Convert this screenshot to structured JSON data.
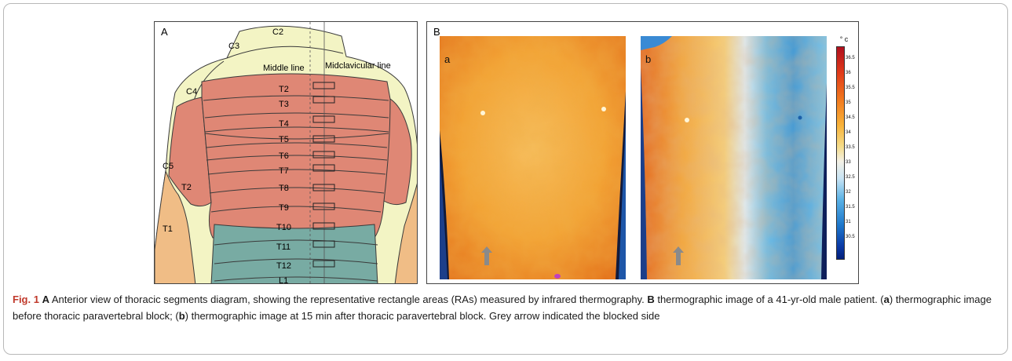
{
  "figure": {
    "panel_a": {
      "letter": "A",
      "headers": {
        "middle_line": "Middle line",
        "midclavicular_line": "Midclavicular line"
      },
      "cervical_labels": [
        "C2",
        "C3",
        "C4",
        "C5"
      ],
      "arm_labels": [
        "T2",
        "T1"
      ],
      "thoracic_labels": [
        "T2",
        "T3",
        "T4",
        "T5",
        "T6",
        "T7",
        "T8",
        "T9",
        "T10",
        "T11",
        "T12",
        "L1"
      ],
      "colors": {
        "cervical": "#f3f4c4",
        "thoracic": "#df8775",
        "lower": "#78aba3",
        "arm_t1": "#f0bd86",
        "outline": "#3a3a3a"
      }
    },
    "panel_b": {
      "letter": "B",
      "image_a_letter": "a",
      "image_b_letter": "b",
      "colorbar": {
        "unit": "° c",
        "ticks": [
          "36.5",
          "36",
          "35.5",
          "35",
          "34.5",
          "34",
          "33.5",
          "33",
          "32.5",
          "32",
          "31.5",
          "31",
          "30.5"
        ]
      }
    }
  },
  "caption": {
    "fig_label": "Fig. 1",
    "bold_A": "A",
    "part1": " Anterior view of thoracic segments diagram, showing the representative rectangle areas (RAs) measured by infrared thermography. ",
    "bold_B": "B",
    "part2": " thermographic image of a 41-yr-old male patient. (",
    "bold_a": "a",
    "part3": ") thermographic image before thoracic paravertebral block; (",
    "bold_b": "b",
    "part4": ") thermographic image at 15 min after thoracic paravertebral block. Grey arrow indicated the blocked side"
  }
}
